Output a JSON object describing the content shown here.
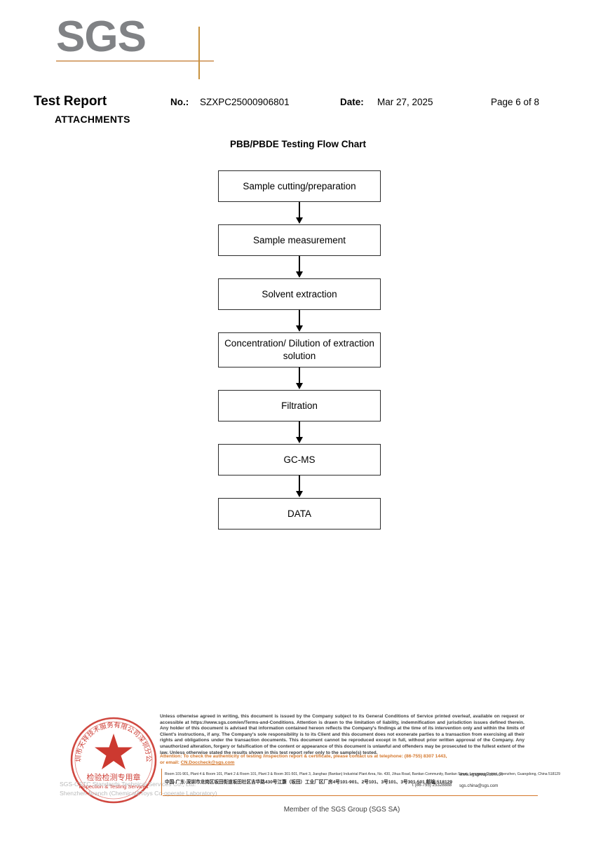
{
  "header": {
    "logo_text": "SGS",
    "report_title": "Test Report",
    "attachments_label": "ATTACHMENTS",
    "no_label": "No.:",
    "no_value": "SZXPC25000906801",
    "date_label": "Date:",
    "date_value": "Mar 27, 2025",
    "page_info": "Page 6 of 8"
  },
  "flowchart": {
    "title": "PBB/PBDE Testing Flow Chart",
    "nodes": [
      {
        "label": "Sample cutting/preparation"
      },
      {
        "label": "Sample measurement"
      },
      {
        "label": "Solvent extraction"
      },
      {
        "label": "Concentration/ Dilution of extraction solution"
      },
      {
        "label": "Filtration"
      },
      {
        "label": "GC-MS"
      },
      {
        "label": "DATA"
      }
    ]
  },
  "footer": {
    "stamp": {
      "cn_ring_text": "深圳市天祥技术服务有限公司深圳分公司",
      "cn_center_text": "检验检测专用章",
      "en_center_text": "Inspection & Testing Services"
    },
    "company_line1": "SGS-CSTC Standards Technical Services Co., Ltd.",
    "company_line2": "Shenzhen Branch (Chemical&Toys Co-operate Laboratory)",
    "disclaimer": "Unless otherwise agreed in writing, this document is issued by the Company subject to its General Conditions of Service printed overleaf, available on request or accessible at https://www.sgs.com/en/Terms-and-Conditions. Attention is drawn to the limitation of liability, indemnification and jurisdiction issues defined therein. Any holder of this document is advised that information contained hereon reflects the Company's findings at the time of its intervention only and within the limits of Client's instructions, if any. The Company's sole responsibility is to its Client and this document does not exonerate parties to a transaction from exercising all their rights and obligations under the transaction documents. This document cannot be reproduced except in full, without prior written approval of the Company. Any unauthorized alteration, forgery or falsification of the content or appearance of this document is unlawful and offenders may be prosecuted to the fullest extent of the law. Unless otherwise stated the results shown in this test report refer only to the sample(s) tested.",
    "disclaimer_link": "https://www.sgs.com/en/Terms-and-Conditions",
    "attention_line1": "Attention: To check the authenticity of testing /inspection report & certificate, please contact us at telephone: (86-755) 8307 1443,",
    "attention_line2_prefix": "or email: ",
    "attention_email": "CN.Doccheck@sgs.com",
    "address_en": "Room 101-901, Plant 4 & Room 101, Plant 2 & Room 101, Plant 3 & Room 301-501, Plant 3, Jianghao (Bantian) Industrial Plant Area, No. 430, Jihua Road, Bantian Community, Bantian Street, Longgang District, Shenzhen, Guangdong, China 518129",
    "address_cn": "中国·广东·深圳市龙岗区坂田街道坂田社区吉华路430号江灏（坂田）工业厂区厂房4号101-901、2号101、3号101、3号301-501 邮编:518129",
    "website": "www.sgsgroup.com.cn",
    "email": "sgs.china@sgs.com",
    "telephone": "t (86-755) 25328888",
    "member_text": "Member of the SGS Group (SGS SA)"
  },
  "colors": {
    "logo_gray": "#808285",
    "accent_orange": "#d4762a",
    "stamp_red": "#c8281e"
  }
}
